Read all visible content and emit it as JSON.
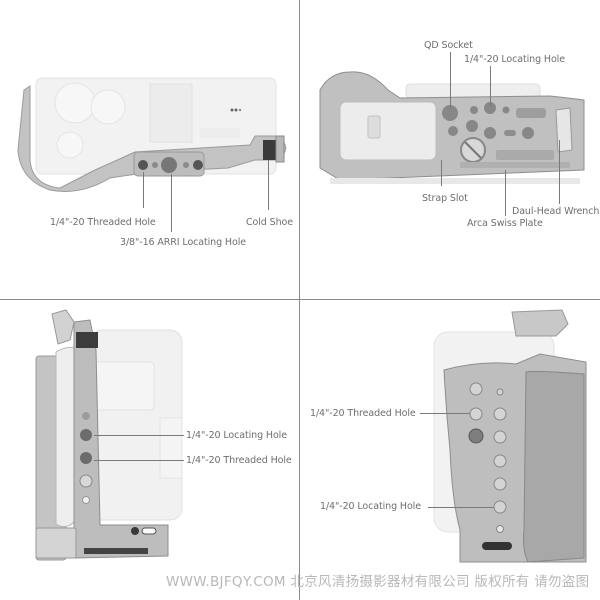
{
  "panels": {
    "top_left": {
      "view": "top",
      "labels": {
        "threaded_hole": "1/4\"-20 Threaded Hole",
        "arri_hole": "3/8\"-16 ARRI Locating Hole",
        "cold_shoe": "Cold Shoe"
      }
    },
    "top_right": {
      "view": "bottom",
      "labels": {
        "qd_socket": "QD  Socket",
        "locating_hole": "1/4\"-20 Locating Hole",
        "strap_slot": "Strap Slot",
        "wrench": "Daul-Head Wrench",
        "arca": "Arca Swiss Plate"
      }
    },
    "bottom_left": {
      "view": "left-side",
      "labels": {
        "locating_hole": "1/4\"-20 Locating Hole",
        "threaded_hole": "1/4\"-20 Threaded Hole"
      }
    },
    "bottom_right": {
      "view": "right-side",
      "labels": {
        "threaded_hole": "1/4\"-20 Threaded Hole",
        "locating_hole": "1/4\"-20 Locating Hole"
      }
    }
  },
  "watermark": "WWW.BJFQY.COM 北京风清扬摄影器材有限公司 版权所有 请勿盗图",
  "colors": {
    "cage_metal": "#b9b9b9",
    "cage_dark": "#8c8c8c",
    "camera_body": "#f1f1f1",
    "label_text": "#6e6e6e",
    "divider": "#8a8a8a"
  }
}
